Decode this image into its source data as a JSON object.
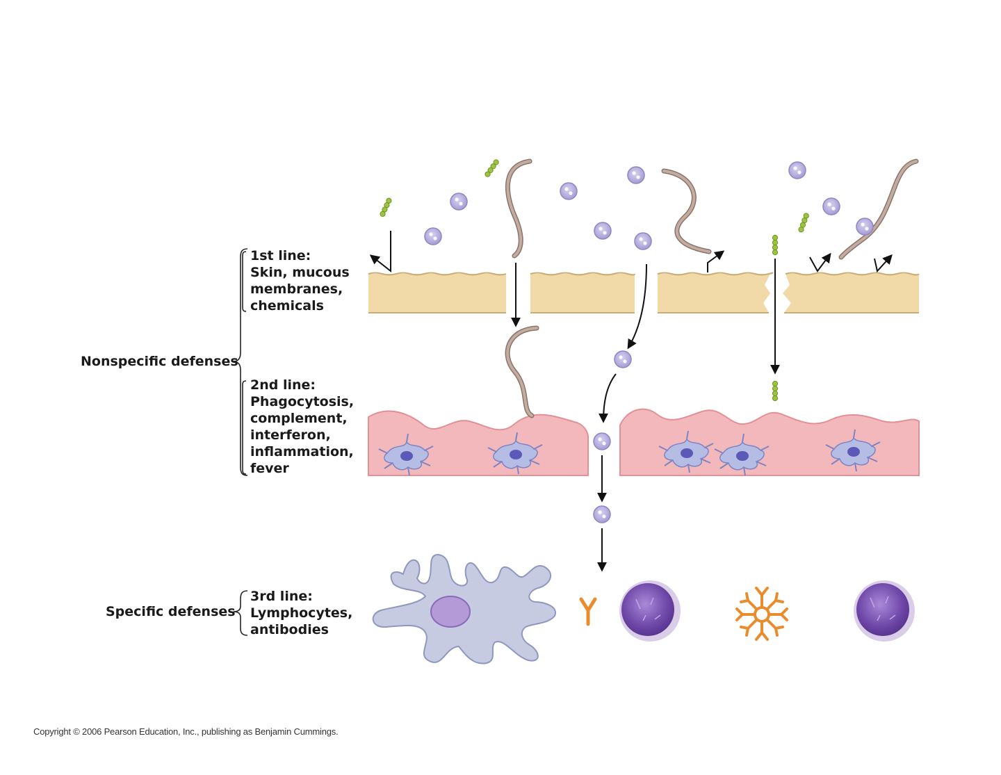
{
  "labels": {
    "first_line": [
      "1st line:",
      "Skin, mucous",
      "membranes,",
      "chemicals"
    ],
    "second_line": [
      "2nd line:",
      "Phagocytosis,",
      "complement,",
      "interferon,",
      "inflammation,",
      "fever"
    ],
    "third_line": [
      "3rd line:",
      "Lymphocytes,",
      "antibodies"
    ],
    "nonspecific": "Nonspecific defenses",
    "specific": "Specific defenses"
  },
  "copyright": "Copyright © 2006 Pearson Education, Inc., publishing as Benjamin Cummings.",
  "colors": {
    "skin": "#f1d9a8",
    "tissue": "#f3b8bb",
    "virus": "#b4addc",
    "bacteria": "#8fb63a",
    "worm": "#b49a8e",
    "macrophage": "#c6cbe2",
    "lymphocyte": "#7e5ab6",
    "antibody": "#e98c2d"
  }
}
